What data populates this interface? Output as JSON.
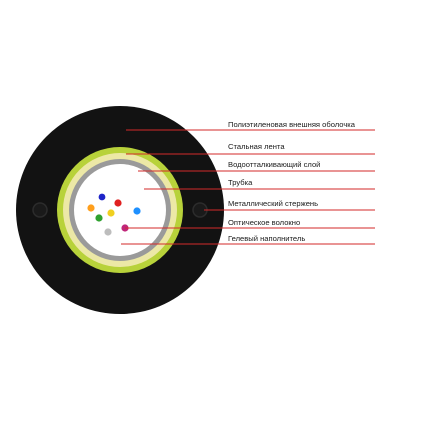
{
  "colors": {
    "background": "#ffffff",
    "outer_sheath": "#121212",
    "steel_tape": "#b8d23a",
    "water_blocking_layer": "#ece8a6",
    "tube_wall": "#9a9a9a",
    "tube_inner": "#ffffff",
    "gel_filler": "#ffffff",
    "leader_line": "#d32a2a",
    "label_text": "#1a1a1a"
  },
  "labels": [
    {
      "text": "Полиэтиленовая внешняя оболочка"
    },
    {
      "text": "Стальная лента"
    },
    {
      "text": "Водоотталкивающий слой"
    },
    {
      "text": "Трубка"
    },
    {
      "text": "Металлический стержень"
    },
    {
      "text": "Оптическое волокно"
    },
    {
      "text": "Гелевый наполнитель"
    }
  ],
  "fibers": [
    {
      "color": "#1e24c8"
    },
    {
      "color": "#e02020"
    },
    {
      "color": "#f0d020"
    },
    {
      "color": "#ff9f1c"
    },
    {
      "color": "#2fa12f"
    },
    {
      "color": "#1e90ff"
    },
    {
      "color": "#bdbdbd"
    },
    {
      "color": "#c0267a"
    }
  ]
}
